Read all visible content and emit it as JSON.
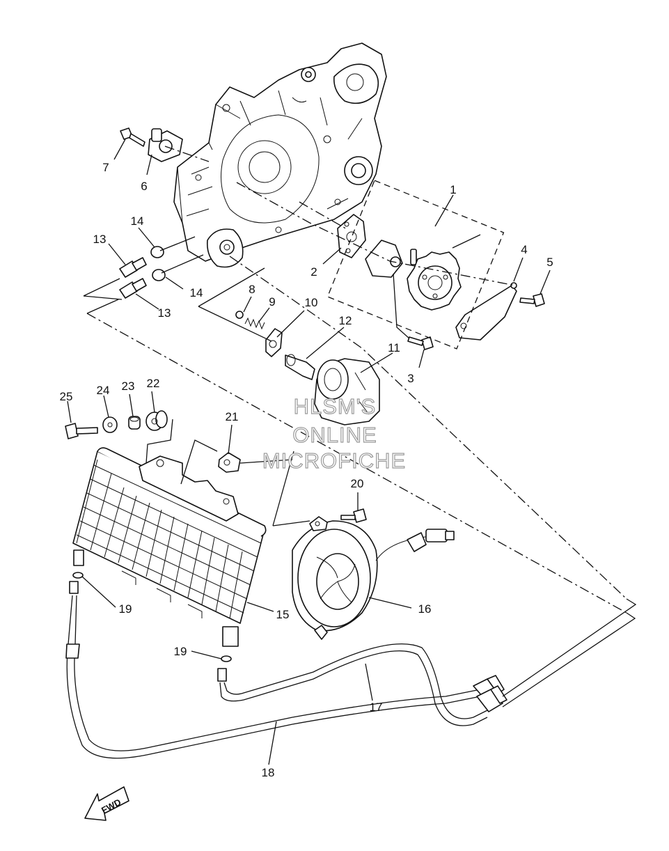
{
  "callouts": [
    "1",
    "2",
    "3",
    "4",
    "5",
    "6",
    "7",
    "8",
    "9",
    "10",
    "11",
    "12",
    "13",
    "13",
    "14",
    "14",
    "15",
    "16",
    "17",
    "18",
    "19",
    "19",
    "20",
    "21",
    "22",
    "23",
    "24",
    "25"
  ],
  "watermark": [
    "HLSM'S",
    "ONLINE",
    "MICROFICHE"
  ],
  "direction_badge": "FWD"
}
